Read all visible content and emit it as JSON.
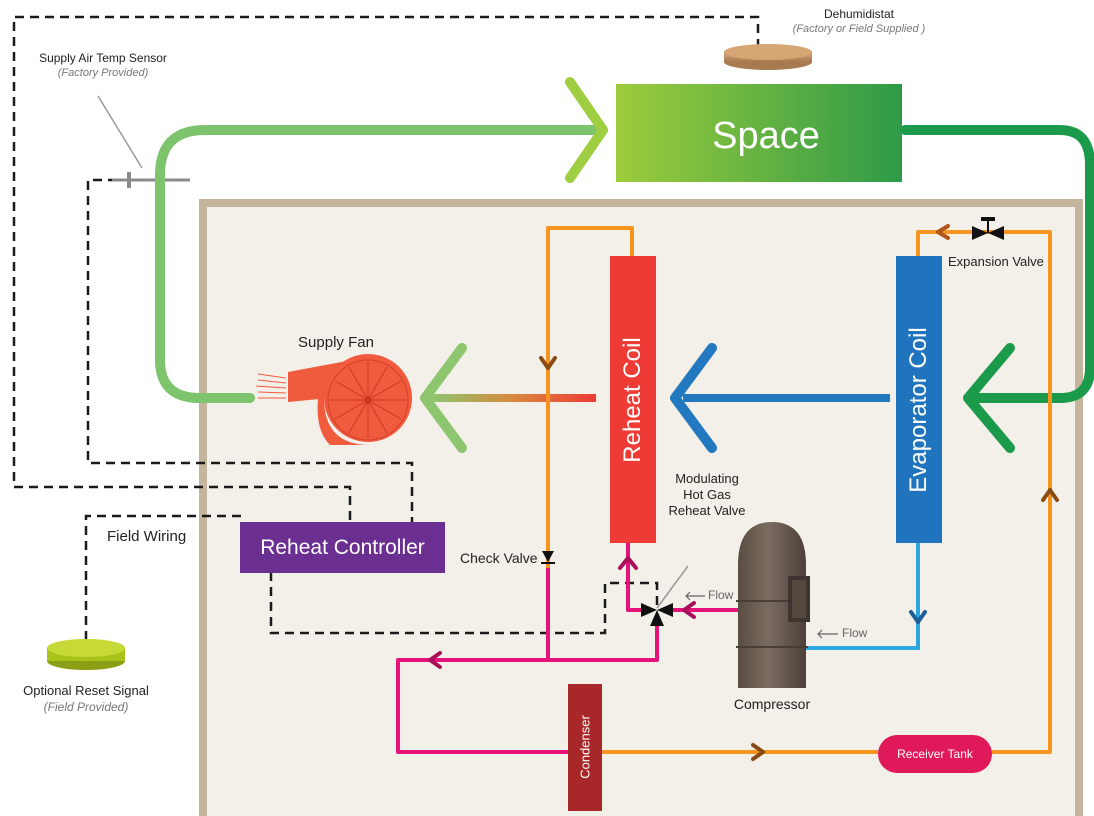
{
  "labels": {
    "dehumidistat": "Dehumidistat",
    "dehumidistat_sub": "(Factory or Field Supplied )",
    "supply_air_sensor": "Supply Air Temp Sensor",
    "supply_air_sensor_sub": "(Factory Provided)",
    "space": "Space",
    "supply_fan": "Supply Fan",
    "reheat_coil": "Reheat Coil",
    "evaporator_coil": "Evaporator Coil",
    "expansion_valve": "Expansion Valve",
    "modulating_valve_1": "Modulating",
    "modulating_valve_2": "Hot Gas",
    "modulating_valve_3": "Reheat Valve",
    "field_wiring": "Field Wiring",
    "reheat_controller": "Reheat Controller",
    "check_valve": "Check Valve",
    "flow_1": "Flow",
    "flow_2": "Flow",
    "compressor": "Compressor",
    "condenser": "Condenser",
    "receiver_tank": "Receiver Tank",
    "optional_reset": "Optional Reset Signal",
    "optional_reset_sub": "(Field Provided)"
  },
  "colors": {
    "air_light_green": "#7dc46c",
    "air_dark_green": "#1a9a4a",
    "space_fill_start": "#9dcc3c",
    "space_fill_end": "#2e9a48",
    "evaporator_blue": "#1f74bd",
    "air_blue": "#2379c0",
    "reheat_red": "#ee3b36",
    "liquid_orange": "#f5941f",
    "hot_gas_magenta": "#e5137a",
    "suction_cyan": "#2aa7df",
    "controller_purple": "#6b2e91",
    "condenser_brown": "#a8282a",
    "receiver_pink": "#e0195a",
    "cabinet_border": "#c4b59c",
    "cabinet_fill": "#f3efe9",
    "compressor_brown": "#6b5d52",
    "reset_signal_green": "#a8c41b"
  }
}
